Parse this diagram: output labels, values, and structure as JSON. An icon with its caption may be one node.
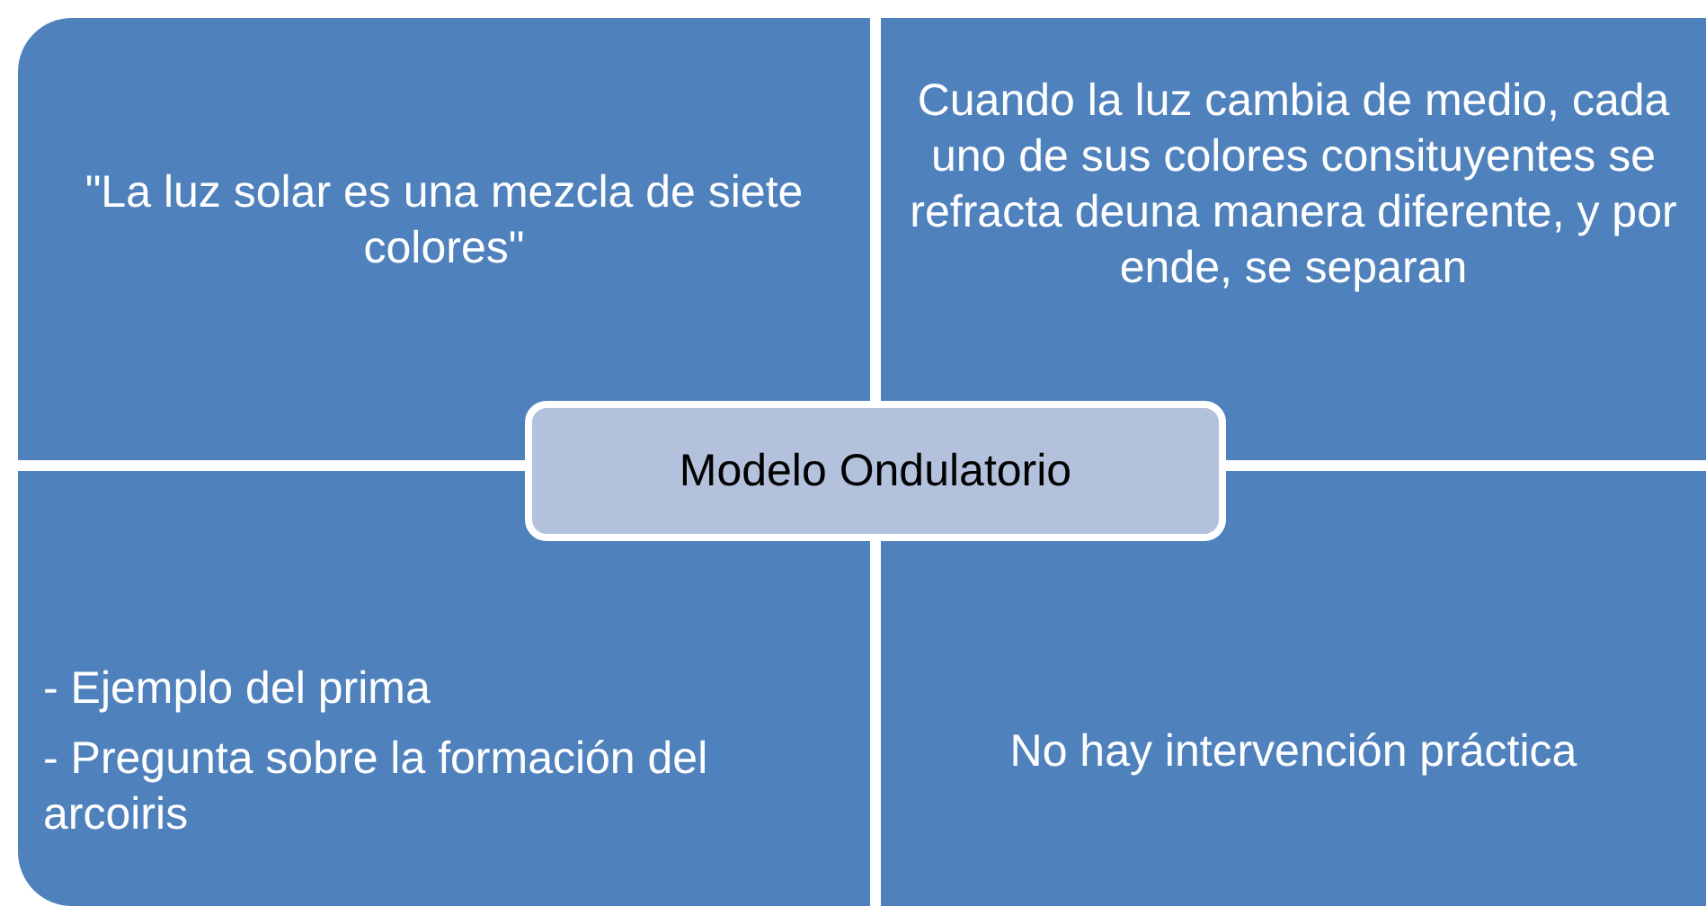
{
  "diagram": {
    "nodes": [
      {
        "text": [
          "\"La luz solar es una mezcla de siete colores\""
        ]
      },
      {
        "text": [
          "Cuando la luz cambia de medio, cada uno de sus colores consituyentes se refracta deuna manera diferente, y por ende, se separan"
        ]
      },
      {
        "text": [
          "Modelo Ondulatorio"
        ]
      },
      {
        "text": [
          "- Ejemplo del prima",
          "- Pregunta sobre la formación del arcoiris"
        ]
      },
      {
        "text": [
          "No hay intervención práctica"
        ]
      }
    ]
  }
}
